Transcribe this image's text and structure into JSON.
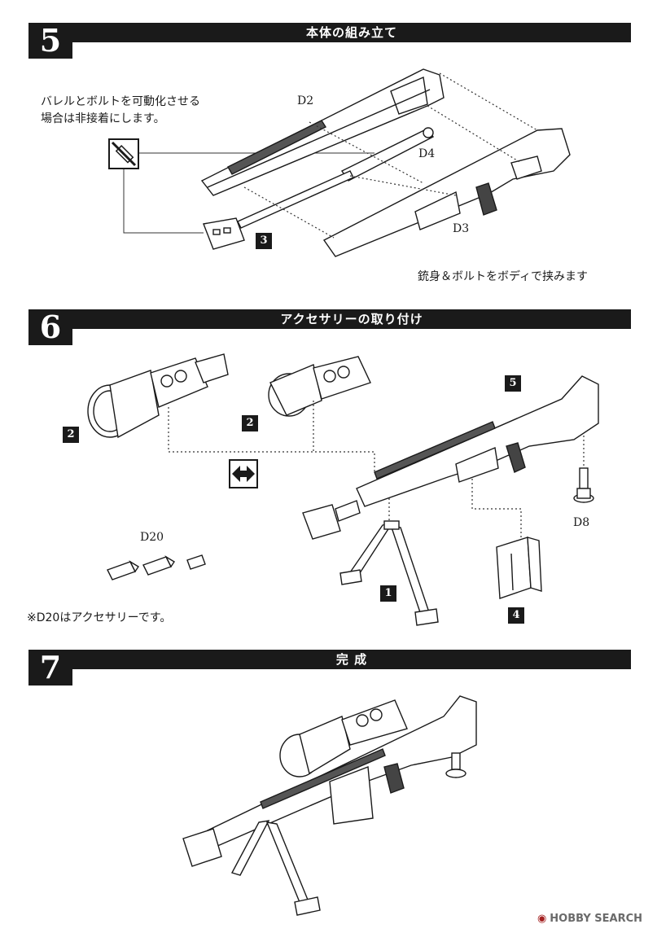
{
  "steps": [
    {
      "number": "5",
      "title": "本体の組み立て"
    },
    {
      "number": "6",
      "title": "アクセサリーの取り付け"
    },
    {
      "number": "7",
      "title": "完 成"
    }
  ],
  "step5": {
    "note_line1": "バレルとボルトを可動化させる",
    "note_line2": "場合は非接着にします。",
    "label_d2": "D2",
    "label_d4": "D4",
    "label_d3": "D3",
    "badge_3": "3",
    "caption": "銃身＆ボルトをボディで挟みます"
  },
  "step6": {
    "badge_scope_a": "2",
    "badge_scope_b": "2",
    "badge_body": "5",
    "badge_bipod": "1",
    "badge_mag": "4",
    "label_d20": "D20",
    "label_d8": "D8",
    "note": "※D20はアクセサリーです。"
  },
  "watermark": {
    "brand": "HOBBY SEARCH"
  }
}
